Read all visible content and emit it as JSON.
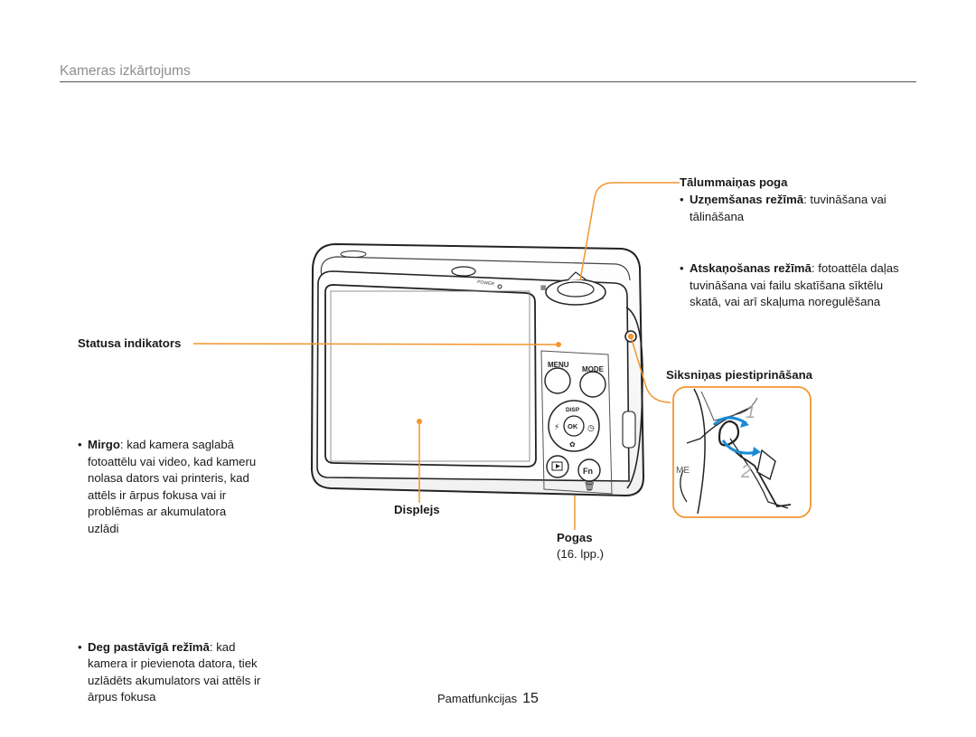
{
  "page": {
    "title": "Kameras izkārtojums",
    "footer_section": "Pamatfunkcijas",
    "footer_page": "15"
  },
  "zoom": {
    "heading": "Tālummaiņas poga",
    "items": [
      {
        "term": "Uzņemšanas režīmā",
        "desc": ": tuvināšana vai tālināšana"
      },
      {
        "term": "Atskaņošanas režīmā",
        "desc": ": fotoattēla daļas tuvināšana vai failu skatīšana sīktēlu skatā, vai arī skaļuma noregulēšana"
      }
    ]
  },
  "status": {
    "heading": "Statusa indikators",
    "items": [
      {
        "term": "Mirgo",
        "desc": ": kad kamera saglabā fotoattēlu vai video, kad kameru nolasa dators vai printeris, kad attēls ir ārpus fokusa vai ir problēmas ar akumulatora uzlādi"
      },
      {
        "term": "Deg pastāvīgā režīmā",
        "desc": ": kad kamera ir pievienota datora, tiek uzlādēts akumulators vai attēls ir ārpus fokusa"
      }
    ]
  },
  "strap": {
    "heading": "Siksniņas piestiprināšana",
    "step1": "1",
    "step2": "2"
  },
  "display": {
    "label": "Displejs"
  },
  "buttons": {
    "label": "Pogas",
    "ref": "(16. lpp.)"
  },
  "camera": {
    "power": "POWER",
    "menu": "MENU",
    "mode": "MODE",
    "disp": "DISP",
    "ok": "OK",
    "fn": "Fn",
    "strap_mark": "ME"
  },
  "colors": {
    "accent": "#f39530",
    "text": "#1a1a1a",
    "title": "#8f8f8f"
  }
}
